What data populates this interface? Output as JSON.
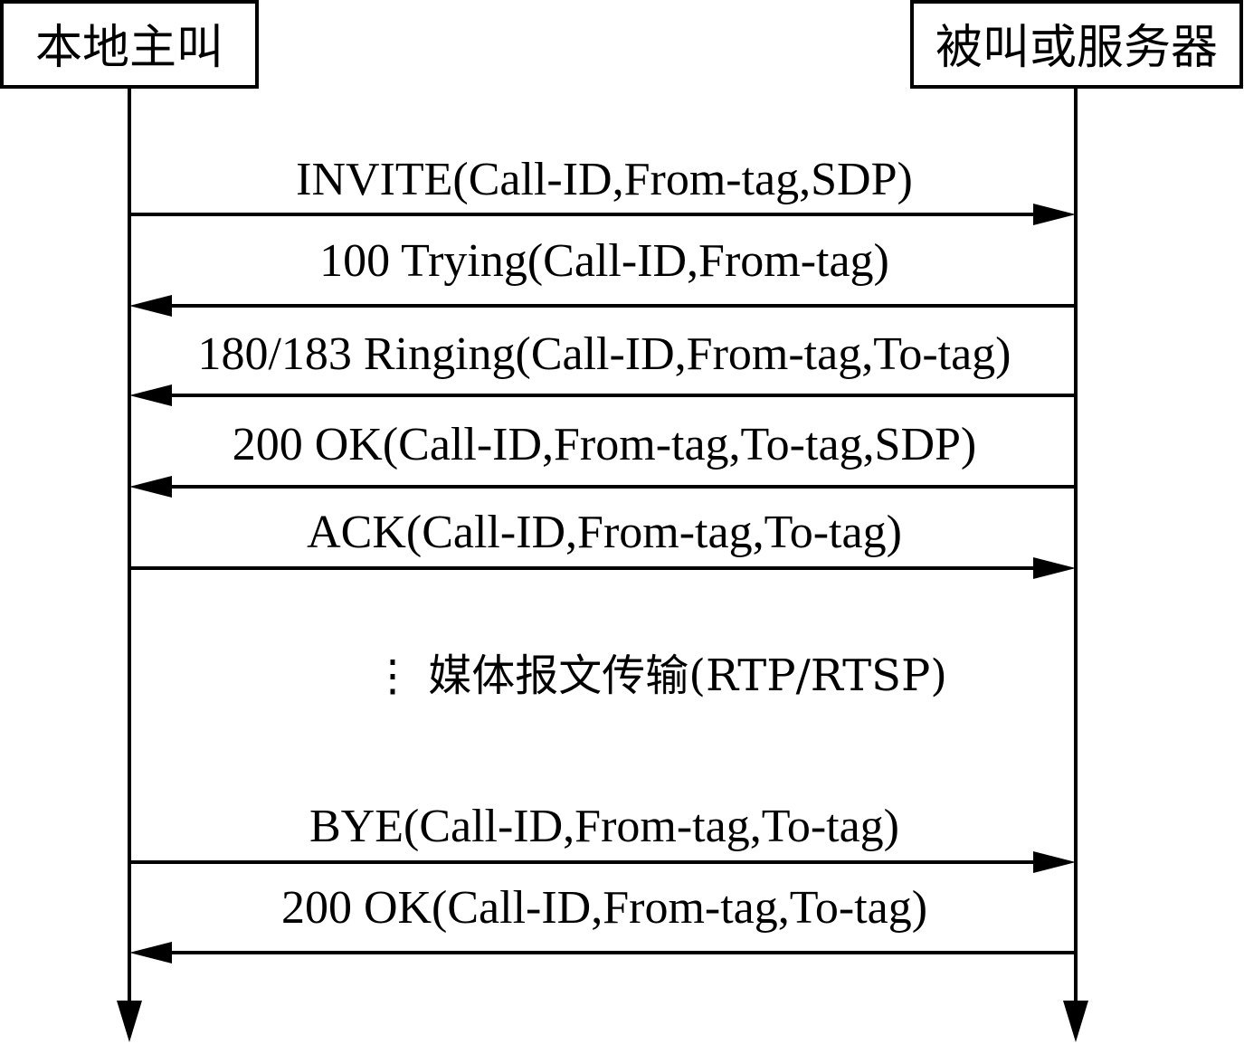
{
  "participants": {
    "caller": {
      "label": "本地主叫"
    },
    "callee": {
      "label": "被叫或服务器"
    }
  },
  "messages": [
    {
      "label": "INVITE(Call-ID,From-tag,SDP)",
      "direction": "right"
    },
    {
      "label": "100 Trying(Call-ID,From-tag)",
      "direction": "left"
    },
    {
      "label": "180/183 Ringing(Call-ID,From-tag,To-tag)",
      "direction": "left"
    },
    {
      "label": "200 OK(Call-ID,From-tag,To-tag,SDP)",
      "direction": "left"
    },
    {
      "label": "ACK(Call-ID,From-tag,To-tag)",
      "direction": "right"
    },
    {
      "label": "BYE(Call-ID,From-tag,To-tag)",
      "direction": "right"
    },
    {
      "label": "200 OK(Call-ID,From-tag,To-tag)",
      "direction": "left"
    }
  ],
  "note": {
    "label": "⋮ 媒体报文传输(RTP/RTSP)"
  },
  "colors": {
    "stroke": "#000000",
    "background": "#ffffff"
  }
}
